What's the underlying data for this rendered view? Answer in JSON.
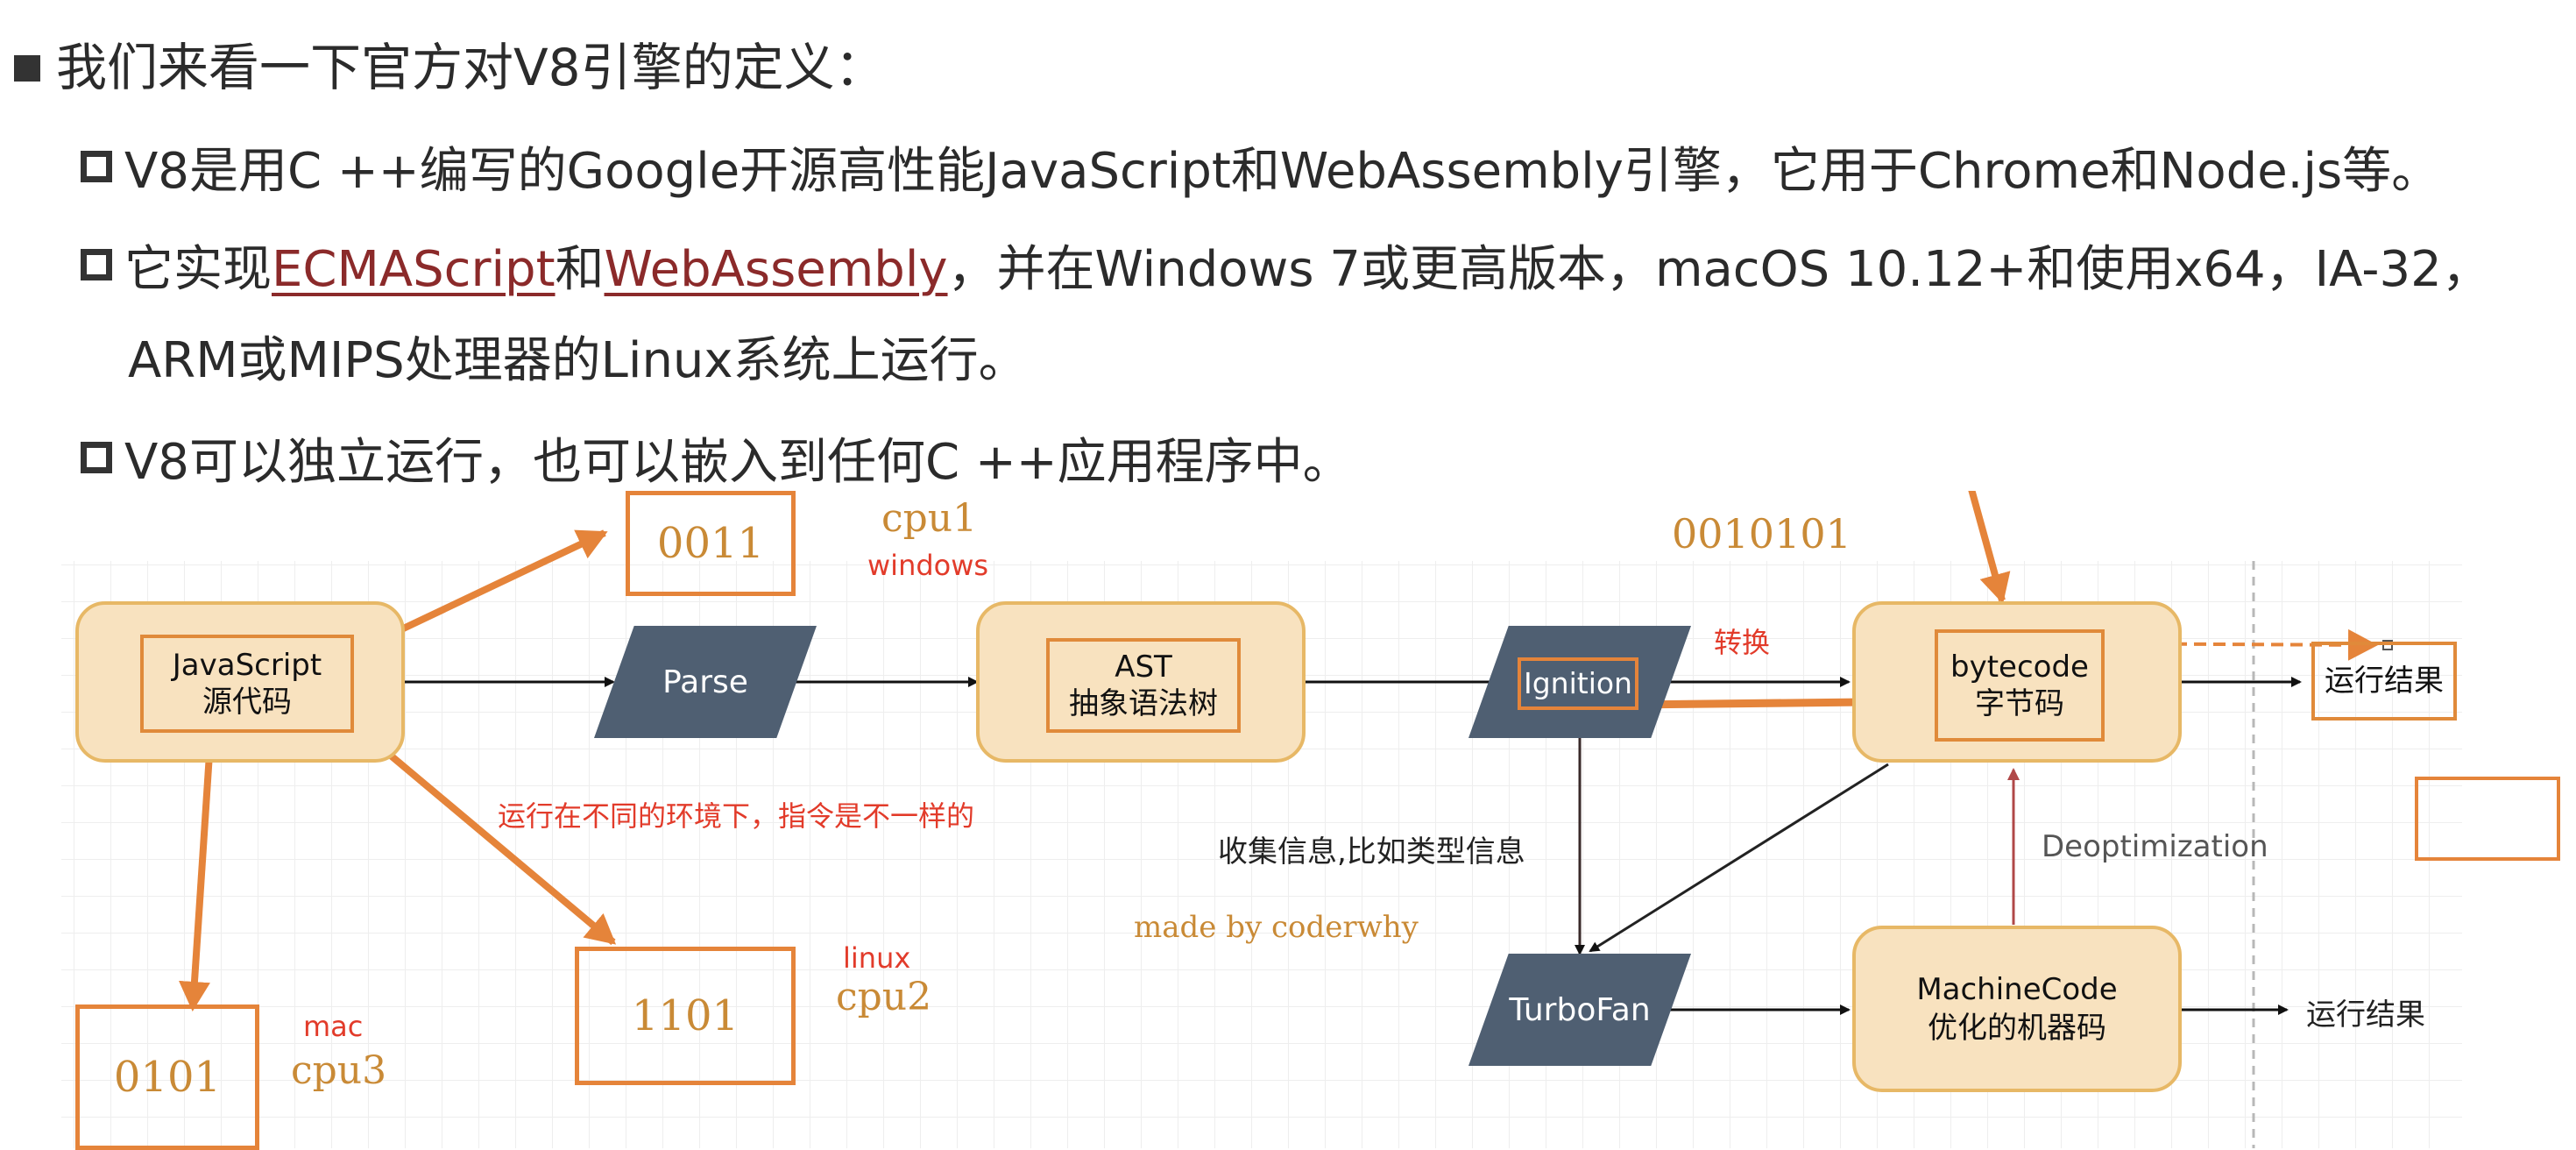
{
  "heading": "我们来看一下官方对V8引擎的定义：",
  "bullets": {
    "b1": "V8是用C ++编写的Google开源高性能JavaScript和WebAssembly引擎，它用于Chrome和Node.js等。",
    "b2_pre": "它实现",
    "b2_link1": "ECMAScript",
    "b2_mid": "和",
    "b2_link2": "WebAssembly",
    "b2_post": "，并在Windows 7或更高版本，macOS 10.12+和使用x64，IA-32，",
    "b2_line2": "ARM或MIPS处理器的Linux系统上运行。",
    "b3": "V8可以独立运行，也可以嵌入到任何C ++应用程序中。"
  },
  "diagram": {
    "js_line1": "JavaScript",
    "js_line2": "源代码",
    "parse": "Parse",
    "ast_line1": "AST",
    "ast_line2": "抽象语法树",
    "ignition": "Ignition",
    "bytecode_line1": "bytecode",
    "bytecode_line2": "字节码",
    "result_top": "运行结果",
    "turbofan": "TurboFan",
    "machine_line1": "MachineCode",
    "machine_line2": "优化的机器码",
    "result_bottom": "运行结果",
    "deopt": "Deoptimization",
    "collect": "收集信息,比如类型信息",
    "watermark": "made by coderwhy",
    "convert": "转换",
    "binary_top": "0010101",
    "box_0011": "0011",
    "cpu1": "cpu1",
    "windows": "windows",
    "box_1101": "1101",
    "linux": "linux",
    "cpu2": "cpu2",
    "box_0101": "0101",
    "mac": "mac",
    "cpu3": "cpu3",
    "env_note": "运行在不同的环境下，指令是不一样的"
  },
  "colors": {
    "orange_arrow": "#e5843a",
    "node_fill": "#f8e2bf",
    "node_border": "#e7b866",
    "parallelogram": "#4f5f72",
    "annotation_red": "#e23b2a",
    "link": "#8b2a2a"
  }
}
